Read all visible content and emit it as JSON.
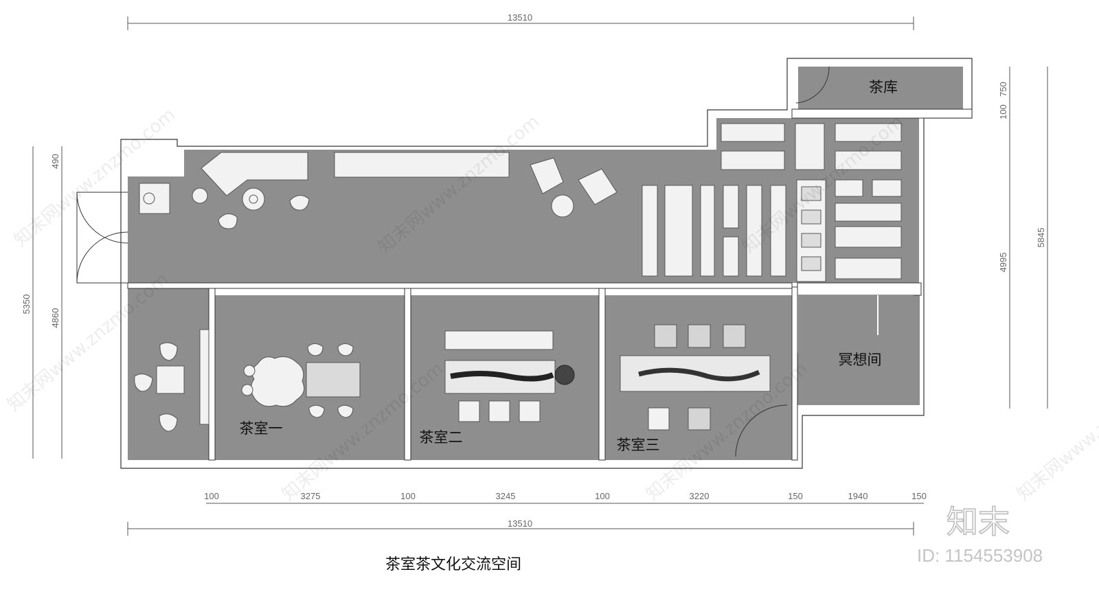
{
  "drawing": {
    "title": "茶室茶文化交流空间",
    "rooms": {
      "tea_storage": "茶库",
      "meditation": "冥想间",
      "tea_room_1": "茶室一",
      "tea_room_2": "茶室二",
      "tea_room_3": "茶室三"
    },
    "dimensions": {
      "top_total": "13510",
      "bottom_total": "13510",
      "bottom_segments": [
        "100",
        "3275",
        "100",
        "3245",
        "100",
        "3220",
        "150",
        "1940",
        "150"
      ],
      "left_total": "5350",
      "left_upper": "490",
      "left_lower": "4860",
      "right_total": "5845",
      "right_upper_a": "750",
      "right_upper_b": "100",
      "right_lower": "4995"
    }
  },
  "watermark": {
    "site": "知末网www.znzmo.com",
    "logo": "知末",
    "id_label": "ID: 1154553908"
  },
  "colors": {
    "floor": "#8e8e8e",
    "wall": "#ffffff",
    "furniture": "#f2f2f2"
  }
}
